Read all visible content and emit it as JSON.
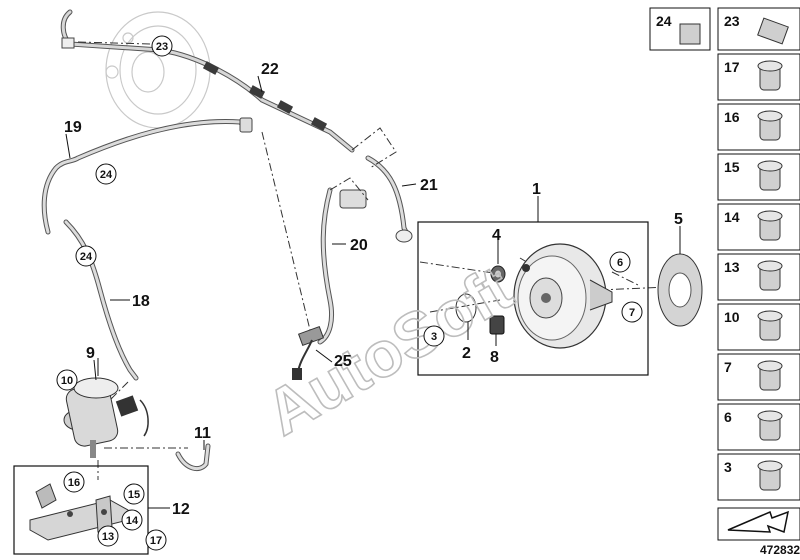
{
  "diagram": {
    "watermark": "AutoSoft",
    "reference_number": "472832",
    "callouts": {
      "c3": "3",
      "c4": "4",
      "c6": "6",
      "c7": "7",
      "c10": "10",
      "c13": "13",
      "c14": "14",
      "c15": "15",
      "c16": "16",
      "c17": "17",
      "c23": "23",
      "c24a": "24",
      "c24b": "24"
    },
    "labels": {
      "l1": "1",
      "l2": "2",
      "l4": "4",
      "l5": "5",
      "l8": "8",
      "l9": "9",
      "l11": "11",
      "l12": "12",
      "l18": "18",
      "l19": "19",
      "l20": "20",
      "l21": "21",
      "l22": "22",
      "l25": "25"
    }
  },
  "parts_panel": {
    "top_left": "24",
    "top_right": "23",
    "items": [
      "17",
      "16",
      "15",
      "14",
      "13",
      "10",
      "7",
      "6",
      "3"
    ]
  }
}
